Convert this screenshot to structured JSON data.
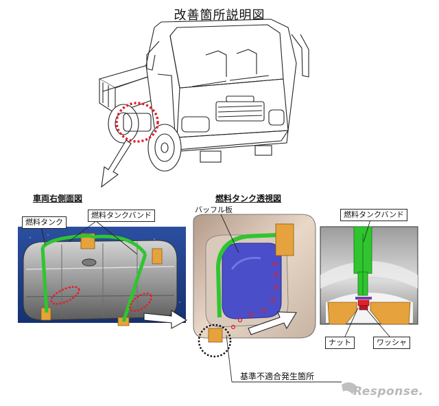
{
  "title": "改善箇所説明図",
  "headings": {
    "side_view": "車両右側面図",
    "see_through": "燃料タンク透視図"
  },
  "labels": {
    "fuel_tank": "燃料タンク",
    "tank_band_left": "燃料タンクバンド",
    "baffle_plate": "バッフル板",
    "tank_band_right": "燃料タンクバンド",
    "nut": "ナット",
    "washer": "ワッシャ",
    "non_conformity": "基準不適合発生箇所"
  },
  "logo": "Response.",
  "colors": {
    "tank_band": "#2fc52f",
    "bracket": "#e6a23c",
    "baffle": "#4a4ec8",
    "highlight_red": "#e0202a",
    "background_blue": "#2b4fa0"
  }
}
